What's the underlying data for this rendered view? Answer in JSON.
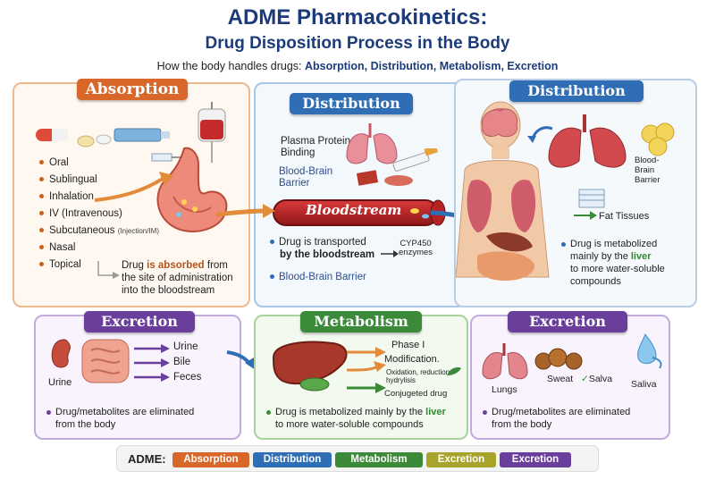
{
  "header": {
    "title": "ADME Pharmacokinetics:",
    "subtitle": "Drug Disposition Process in the Body",
    "tagline_lead": "How the body handles drugs: ",
    "tagline_terms": "Absorption, Distribution, Metabolism,   Excretion"
  },
  "absorption": {
    "title": "Absorption",
    "routes": [
      "Oral",
      "Sublingual",
      "Inhalation",
      "IV (Intravenous)",
      "Subcutaneous",
      "Nasal",
      "Topical"
    ],
    "subcutaneous_note": "(Injection/IM)",
    "note_prefix": "Drug ",
    "note_highlight": "is absorbed",
    "note_line1_end": " from",
    "note_line2": "the site of administration",
    "note_line3": "into the bloodstream"
  },
  "distribution_center": {
    "title": "Distribution",
    "plasma_label_1": "Plasma Protein",
    "plasma_label_2": "Binding",
    "bbb_label_1": "Blood-Brain",
    "bbb_label_2": "Barrier",
    "bloodstream_label": "Bloodstream",
    "note_line1": "Drug is transported",
    "note_line2": "by the bloodstream",
    "cyp_line1": "CYP450",
    "cyp_line2": "enzymes",
    "bbb_bullet": "Blood-Brain Barrier"
  },
  "distribution_right": {
    "title": "Distribution",
    "blood_label_1": "Blood-",
    "blood_label_2": "Brain",
    "blood_label_3": "Barrier",
    "fat_label": "Fat Tissues",
    "note_line1": "Drug is metabolized",
    "note_line2_prefix": "mainly by the ",
    "note_highlight": "liver",
    "note_line3": "to more water-soluble",
    "note_line4": "compounds"
  },
  "excretion_left": {
    "title": "Excretion",
    "urine_label": "Urine",
    "outputs": [
      "Urine",
      "Bile",
      "Feces"
    ],
    "note_line1": "Drug/metabolites are eliminated",
    "note_line2": "from the body"
  },
  "metabolism": {
    "title": "Metabolism",
    "phase1": "Phase I",
    "modification": "Modification.",
    "reactions_line1": "Oxidation, reduction,",
    "reactions_line2": "hydrylisis",
    "conjugated": "Conjugeted drug",
    "note_line1_prefix": "Drug is metabolized mainly by the ",
    "note_highlight": "liver",
    "note_line2": "to more water-soluble compounds"
  },
  "excretion_right": {
    "title": "Excretion",
    "lungs_label": "Lungs",
    "sweat_label": "Sweat",
    "salva_label": "Salva",
    "saliva_label": "Saliva",
    "note_line1": "Drug/metabolites are eliminated",
    "note_line2": "from the body"
  },
  "legend": {
    "label": "ADME:",
    "items": [
      "Absorption",
      "Distribution",
      "Metabolism",
      "Excretion",
      "Excretion"
    ]
  },
  "colors": {
    "absorption": "#d9672a",
    "distribution": "#2f6db5",
    "metabolism": "#3b8a3a",
    "excretion_yellow": "#a8a32a",
    "excretion": "#6a3f9c",
    "title_navy": "#1d3b78",
    "liver_highlight": "#2f8a2f",
    "absorbed_highlight": "#b3541c"
  },
  "icons": [
    "pills-icon",
    "vial-icon",
    "iv-bag-icon",
    "syringe-icon",
    "stomach-icon",
    "lungs-icon",
    "blood-vessel-icon",
    "human-body-icon",
    "brain-icon",
    "liver-icon",
    "kidney-icon",
    "intestine-icon",
    "sweat-drop-icon",
    "fat-tissue-icon"
  ]
}
